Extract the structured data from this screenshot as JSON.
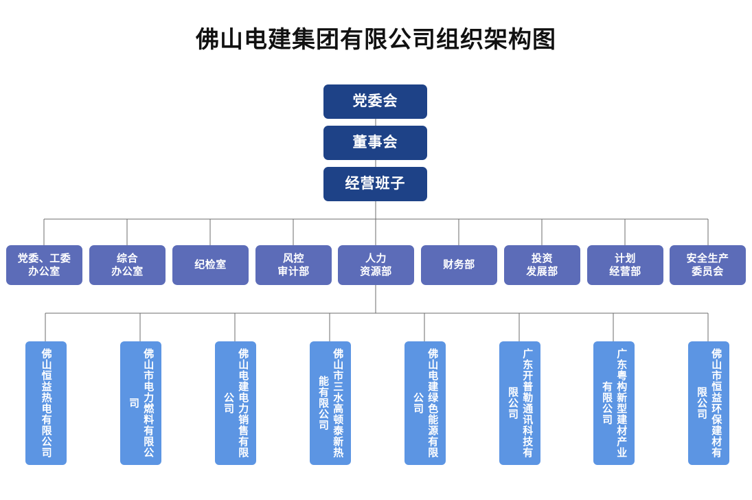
{
  "chart_data": {
    "type": "diagram",
    "diagram_type": "org-chart",
    "title": "佛山电建集团有限公司组织架构图",
    "levels": [
      {
        "level": 1,
        "name": "executive",
        "color": "#1e4287",
        "nodes": [
          {
            "label": "党委会"
          },
          {
            "label": "董事会"
          },
          {
            "label": "经营班子"
          }
        ]
      },
      {
        "level": 2,
        "name": "departments",
        "color": "#5c6cb8",
        "nodes": [
          {
            "label": "党委、工委\n办公室"
          },
          {
            "label": "综合\n办公室"
          },
          {
            "label": "纪检室"
          },
          {
            "label": "风控\n审计部"
          },
          {
            "label": "人力\n资源部"
          },
          {
            "label": "财务部"
          },
          {
            "label": "投资\n发展部"
          },
          {
            "label": "计划\n经营部"
          },
          {
            "label": "安全生产\n委员会"
          }
        ]
      },
      {
        "level": 3,
        "name": "subsidiaries",
        "color": "#5c95e3",
        "nodes": [
          {
            "label": "佛山恒益热电有限公司"
          },
          {
            "label": "佛山市电力燃料有限公司"
          },
          {
            "label": "佛山电建电力销售有限公司"
          },
          {
            "label": "佛山市三水高顿泰新热能有限公司"
          },
          {
            "label": "佛山电建绿色能源有限公司"
          },
          {
            "label": "广东开普勒通讯科技有限公司"
          },
          {
            "label": "广东粤构新型建材产业有限公司"
          },
          {
            "label": "佛山市恒益环保建材有限公司"
          }
        ]
      }
    ],
    "connector_color": "#6b6b6b",
    "background": "#ffffff"
  }
}
